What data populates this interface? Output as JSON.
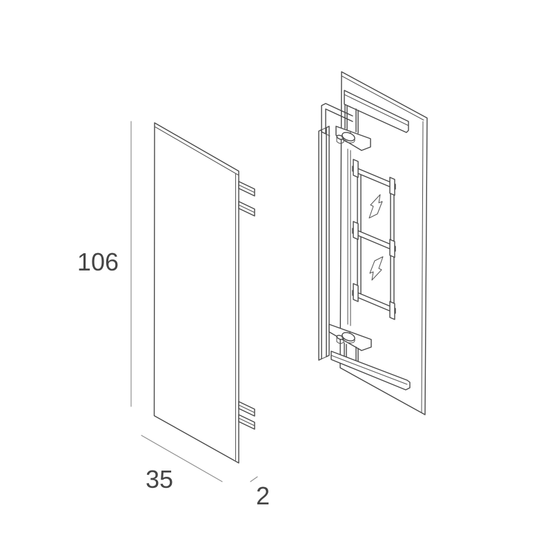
{
  "page": {
    "background": "#ffffff"
  },
  "drawing": {
    "type": "isometric technical line drawing",
    "subject": "flat end-cap / cover plate shown from front and rear",
    "views": [
      {
        "name": "front-isometric",
        "description": "front face of flat cover plate with edge tabs"
      },
      {
        "name": "rear-isometric",
        "description": "rear face with mounting clips, keyhole plates, retaining bars and latch frame with molded arrows"
      }
    ],
    "dimensions": {
      "height": {
        "label": "106"
      },
      "width": {
        "label": "35"
      },
      "thickness": {
        "label": "2"
      }
    },
    "style": {
      "line_color": "#474747",
      "dimension_line_color": "#8f8f8f",
      "text_color": "#454545"
    }
  }
}
